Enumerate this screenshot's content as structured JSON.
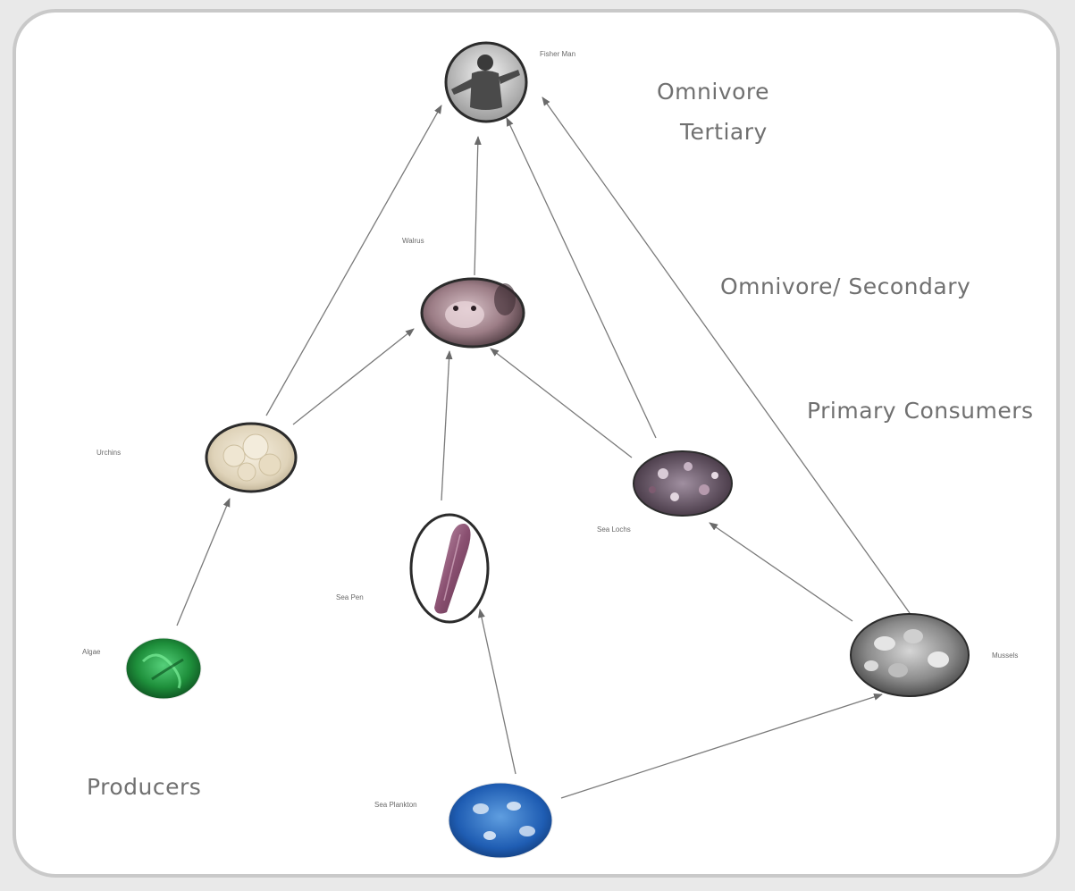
{
  "tiers": {
    "tertiary_line1": "Omnivore",
    "tertiary_line2": "Tertiary",
    "secondary": "Omnivore/ Secondary",
    "primary": "Primary Consumers",
    "producers": "Producers"
  },
  "nodes": {
    "fisher_man": "Fisher Man",
    "walrus": "Walrus",
    "urchins": "Urchins",
    "algae": "Algae",
    "sea_pen": "Sea Pen",
    "sea_lochs": "Sea Lochs",
    "mussels": "Mussels",
    "sea_plankton": "Sea Plankton"
  }
}
